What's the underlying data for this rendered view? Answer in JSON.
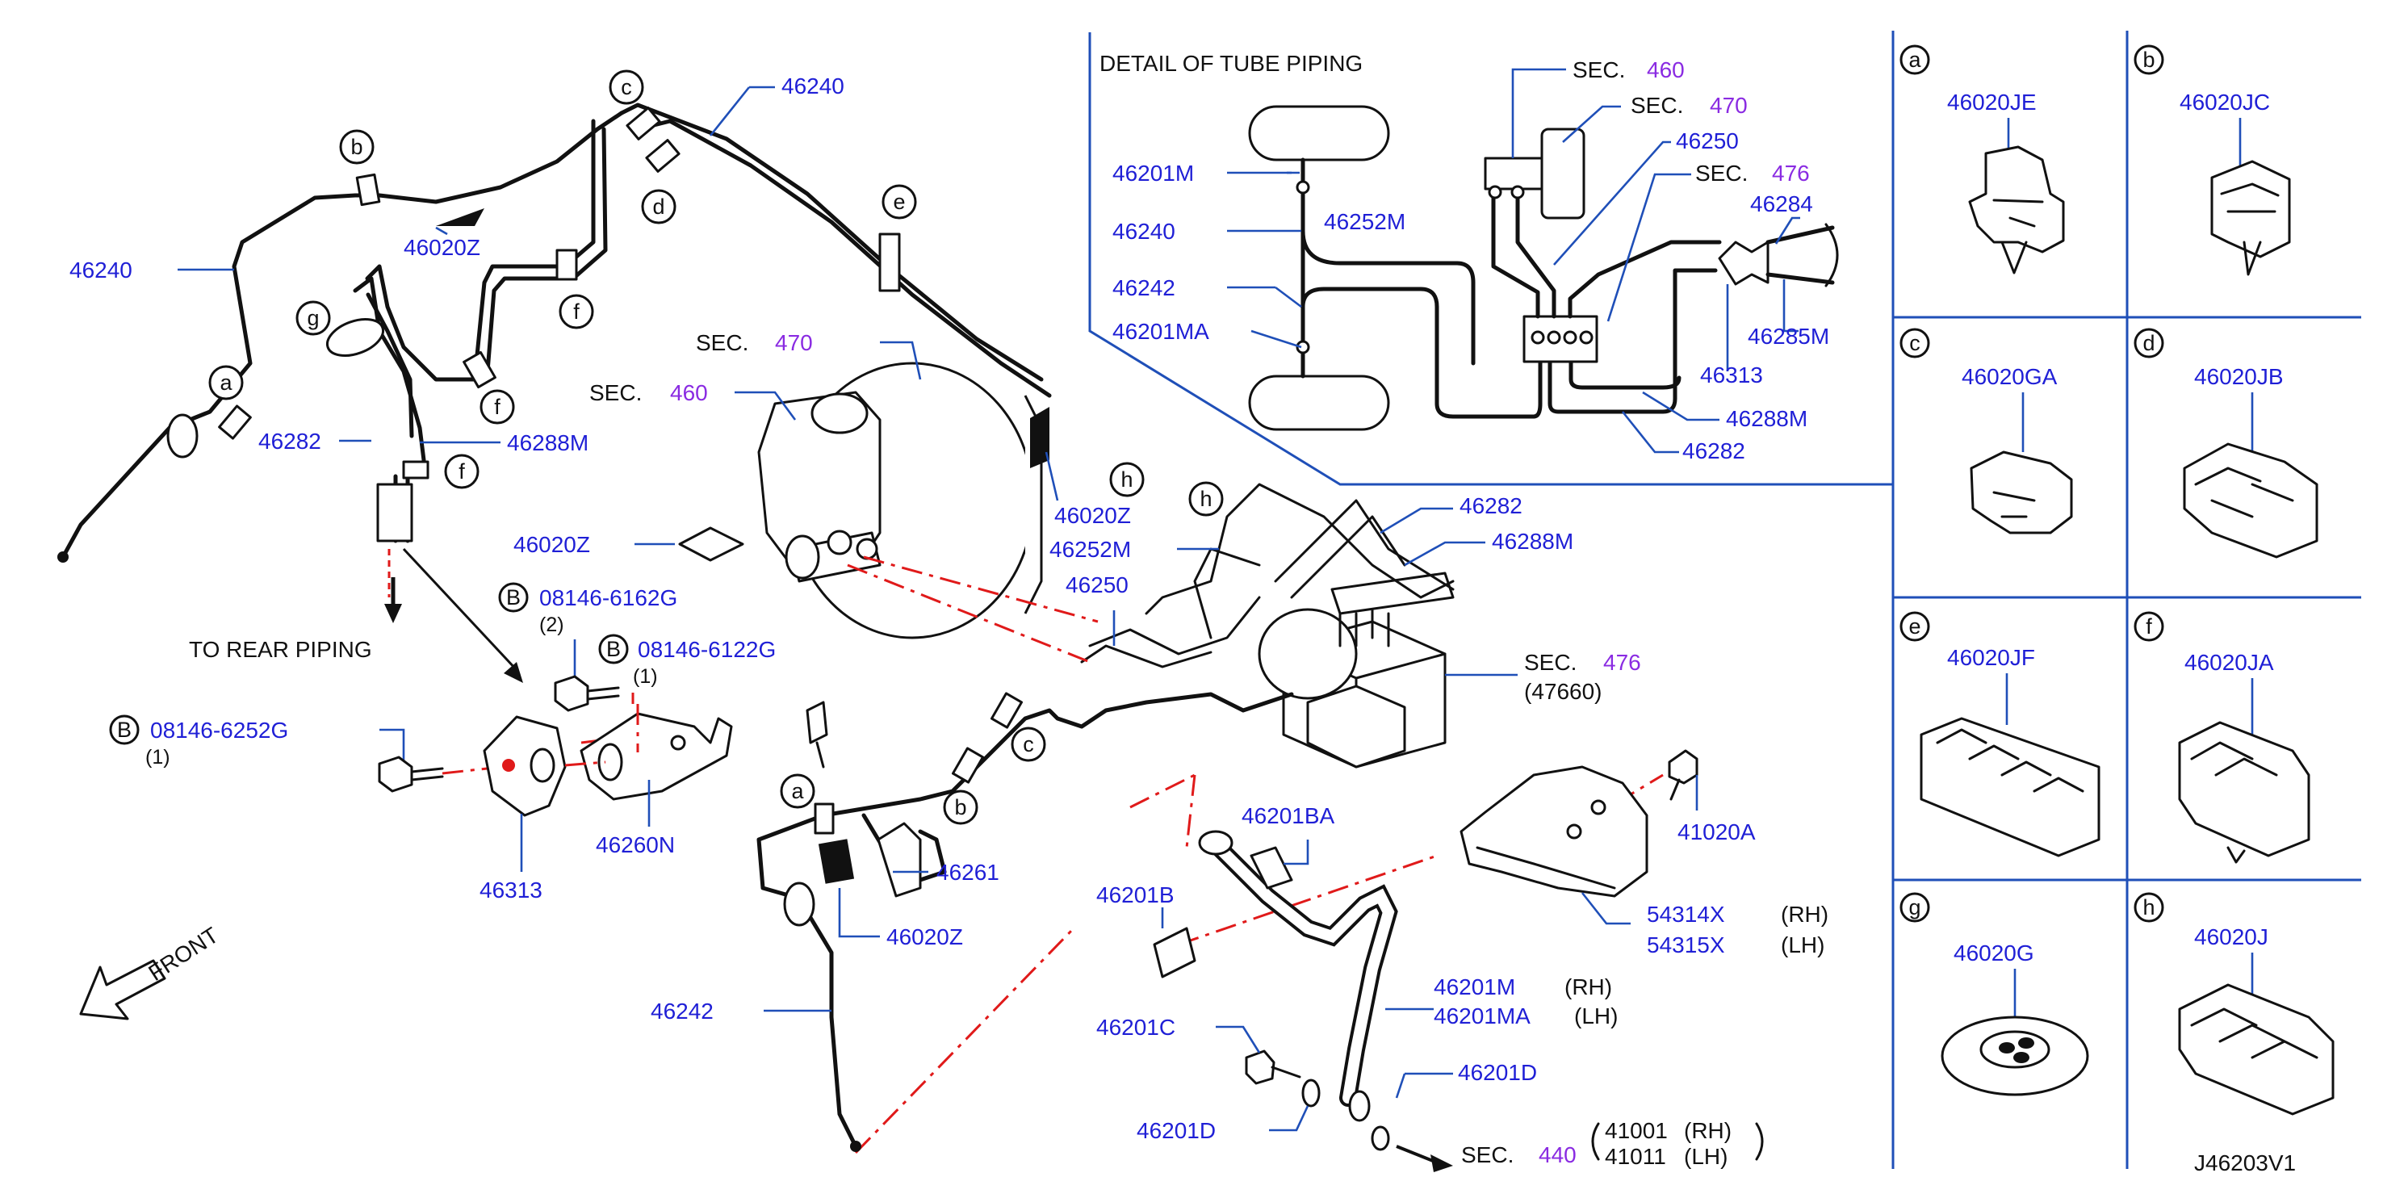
{
  "diagram": {
    "id_code": "J46203V1",
    "detail_title": "DETAIL OF TUBE PIPING",
    "to_rear_piping": "TO REAR PIPING",
    "front_label": "FRONT",
    "sec_word": "SEC.",
    "sec_numbers": {
      "s460": "460",
      "s470": "470",
      "s476": "476",
      "s440": "440"
    },
    "sec476_sub": "(47660)",
    "callout_letters": [
      "a",
      "b",
      "c",
      "d",
      "e",
      "f",
      "g",
      "h"
    ],
    "bolt_letter": "B",
    "labels": {
      "p46240": "46240",
      "p46282": "46282",
      "p46288M": "46288M",
      "p46020Z": "46020Z",
      "p46252M": "46252M",
      "p46250": "46250",
      "p46201M": "46201M",
      "p46201MA": "46201MA",
      "p46242": "46242",
      "p46284": "46284",
      "p46285M": "46285M",
      "p46313": "46313",
      "p46260N": "46260N",
      "p46261": "46261",
      "p46201BA": "46201BA",
      "p46201B": "46201B",
      "p46201C": "46201C",
      "p46201D": "46201D",
      "p41020A": "41020A",
      "p54314X": "54314X",
      "p54315X": "54315X",
      "p41001": "41001",
      "p41011": "41011"
    },
    "bolts": [
      {
        "part": "08146-6162G",
        "qty": "(2)"
      },
      {
        "part": "08146-6122G",
        "qty": "(1)"
      },
      {
        "part": "08146-6252G",
        "qty": "(1)"
      }
    ],
    "sides": {
      "rh": "(RH)",
      "lh": "(LH)",
      "rh_bare": "RH)",
      "lh_bare": "LH)"
    }
  },
  "clips": [
    {
      "letter": "a",
      "part": "46020JE"
    },
    {
      "letter": "b",
      "part": "46020JC"
    },
    {
      "letter": "c",
      "part": "46020GA"
    },
    {
      "letter": "d",
      "part": "46020JB"
    },
    {
      "letter": "e",
      "part": "46020JF"
    },
    {
      "letter": "f",
      "part": "46020JA"
    },
    {
      "letter": "g",
      "part": "46020G"
    },
    {
      "letter": "h",
      "part": "46020J"
    }
  ],
  "colors": {
    "part_number": "#1f1fd6",
    "section_number": "#8a2be2",
    "leader_line": "#1f4fb8",
    "centerline": "#e01a1a",
    "drawing": "#111111"
  }
}
